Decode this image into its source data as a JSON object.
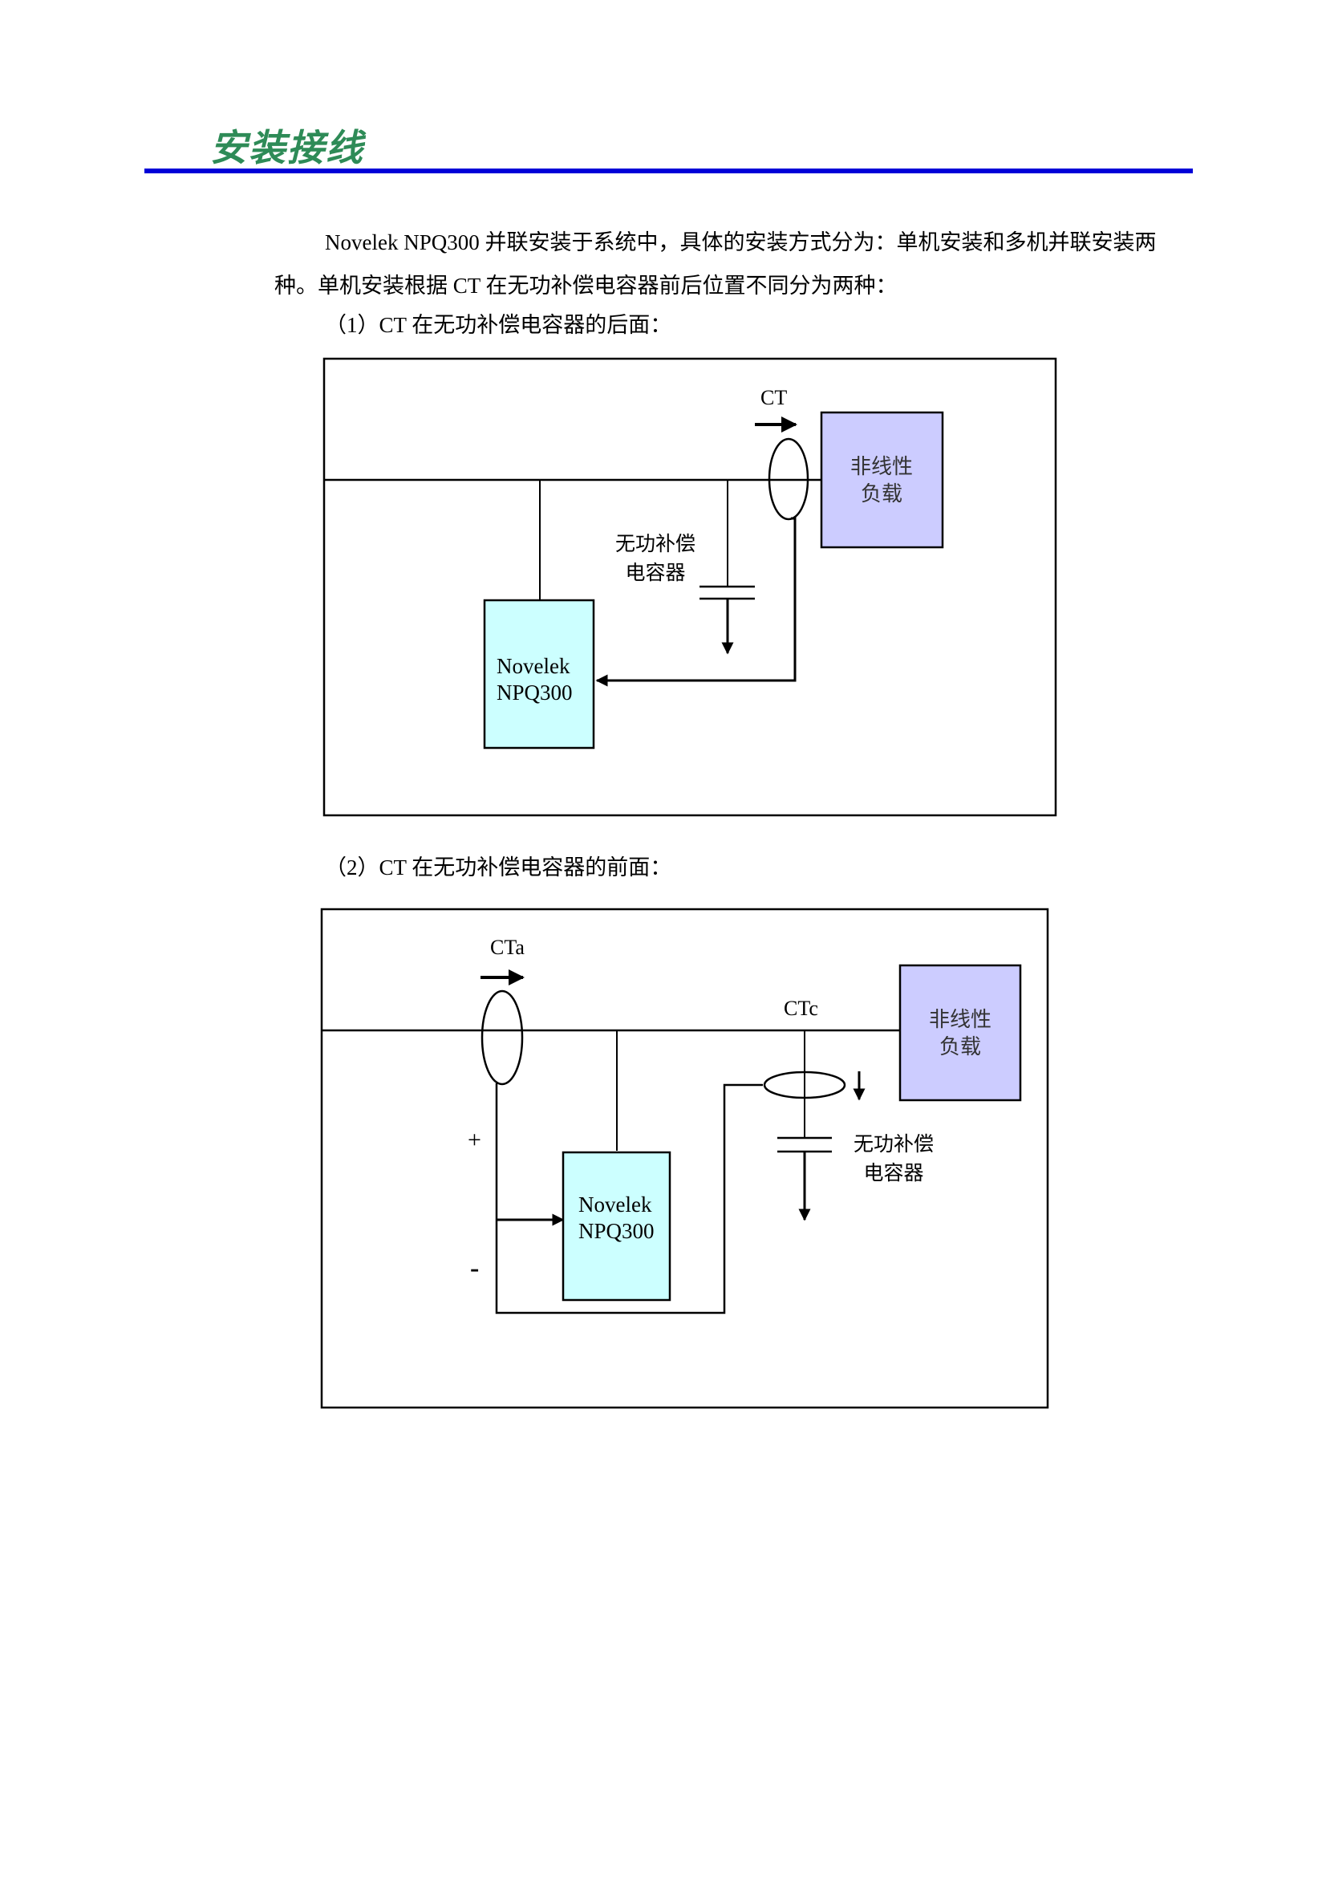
{
  "section": {
    "title": "安装接线",
    "rule_color": "#0000d8",
    "title_color": "#2e8b57"
  },
  "body": {
    "paragraph_line1": "Novelek NPQ300 并联安装于系统中，具体的安装方式分为：单机安装和多机并联安装两",
    "paragraph_line2": "种。单机安装根据 CT 在无功补偿电容器前后位置不同分为两种：",
    "case1_caption": "（1）CT 在无功补偿电容器的后面：",
    "case2_caption": "（2）CT 在无功补偿电容器的前面："
  },
  "diagram1": {
    "ct_label": "CT",
    "load_label_line1": "非线性",
    "load_label_line2": "负载",
    "capacitor_label_line1": "无功补偿",
    "capacitor_label_line2": "电容器",
    "device_label_line1": "Novelek",
    "device_label_line2": "NPQ300"
  },
  "diagram2": {
    "cta_label": "CTa",
    "ctc_label": "CTc",
    "plus_label": "+",
    "minus_label": "-",
    "load_label_line1": "非线性",
    "load_label_line2": "负载",
    "capacitor_label_line1": "无功补偿",
    "capacitor_label_line2": "电容器",
    "device_label_line1": "Novelek",
    "device_label_line2": "NPQ300"
  },
  "colors": {
    "device_fill": "#ccffff",
    "load_fill": "#ccccff"
  }
}
